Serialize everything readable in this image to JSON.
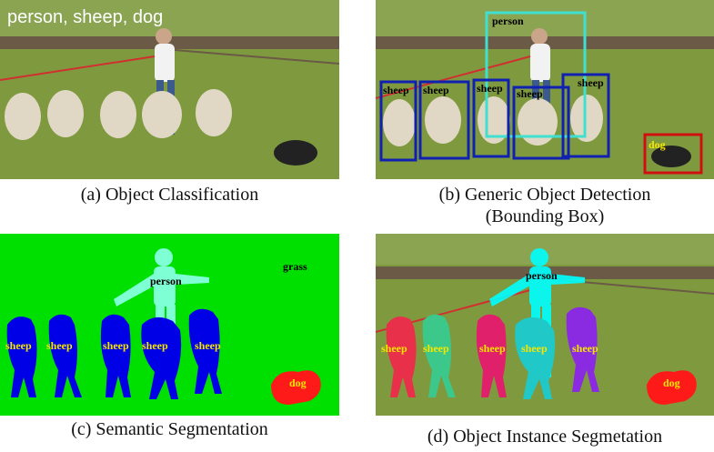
{
  "panels": {
    "a": {
      "overlay_text": "person, sheep, dog",
      "caption": "(a) Object Classification"
    },
    "b": {
      "caption_line1": "(b) Generic Object Detection",
      "caption_line2": "(Bounding Box)",
      "labels": {
        "person": "person",
        "sheep": "sheep",
        "dog": "dog"
      }
    },
    "c": {
      "caption": "(c) Semantic Segmentation",
      "labels": {
        "grass": "grass",
        "person": "person",
        "sheep": "sheep",
        "dog": "dog"
      }
    },
    "d": {
      "caption": "(d) Object Instance Segmetation",
      "labels": {
        "person": "person",
        "sheep": "sheep",
        "dog": "dog"
      }
    }
  },
  "colors": {
    "grass_field": "#7f9a3e",
    "semantic_grass": "#00e000",
    "semantic_person": "#7fffd4",
    "semantic_sheep": "#0000e6",
    "semantic_dog": "#ff1a1a",
    "box_person": "#40e0d0",
    "box_sheep": "#1020b0",
    "box_dog": "#d01010",
    "instance_colors": [
      "#e8304a",
      "#3cc88a",
      "#e0206a",
      "#20c8c8",
      "#8a2be2"
    ]
  }
}
